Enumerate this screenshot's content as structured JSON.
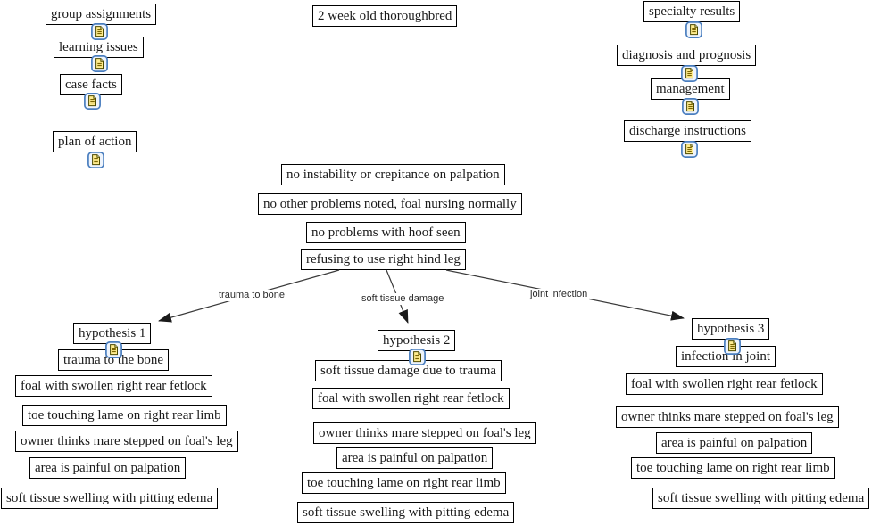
{
  "nodes": {
    "group_assignments": "group assignments",
    "learning_issues": "learning issues",
    "case_facts": "case facts",
    "plan_of_action": "plan of action",
    "case_title": "2 week old thoroughbred",
    "specialty_results": "specialty results",
    "diagnosis_and_prognosis": "diagnosis and prognosis",
    "management": "management",
    "discharge_instructions": "discharge instructions"
  },
  "findings": [
    "no instability or crepitance on palpation",
    "no other problems noted, foal nursing normally",
    "no problems with hoof seen",
    "refusing to use right hind leg"
  ],
  "links": [
    {
      "label": "trauma to bone"
    },
    {
      "label": "soft tissue damage"
    },
    {
      "label": "joint infection"
    }
  ],
  "hypotheses": [
    {
      "title": "hypothesis 1",
      "statement": "trauma to the bone",
      "evidence": [
        "foal with swollen right rear fetlock",
        "toe touching lame on right rear limb",
        "owner thinks mare stepped on foal's leg",
        "area is painful on palpation",
        "soft tissue swelling with pitting edema"
      ]
    },
    {
      "title": "hypothesis 2",
      "statement": "soft tissue damage due to trauma",
      "evidence": [
        "foal with swollen right rear fetlock",
        "owner thinks mare stepped on foal's leg",
        "area is painful on palpation",
        "toe touching lame on right rear limb",
        "soft tissue swelling with pitting edema"
      ]
    },
    {
      "title": "hypothesis 3",
      "statement": "infection in joint",
      "evidence": [
        "foal with swollen right rear fetlock",
        "owner thinks mare stepped on foal's leg",
        "area is painful on palpation",
        "toe touching lame on right rear limb",
        "soft tissue swelling with pitting edema"
      ]
    }
  ],
  "icons": {
    "resource_icon": "document-resource"
  },
  "colors": {
    "box_border": "#000000",
    "box_background": "#ffffff",
    "connector": "#3a3a3a",
    "icon_border": "#4a7ebf",
    "icon_page": "#ffec8f"
  }
}
